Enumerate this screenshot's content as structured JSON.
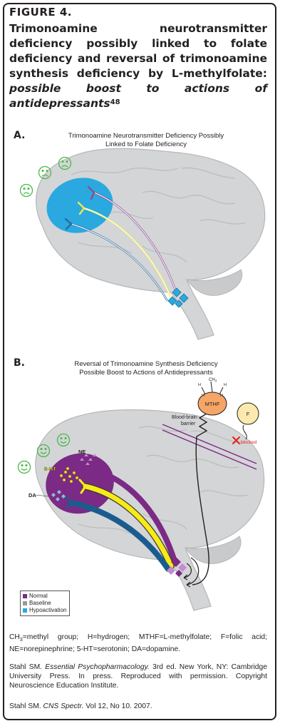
{
  "figure_label": "FIGURE 4.",
  "headline": {
    "main": "Trimonoamine neurotransmitter deficiency possibly linked to folate deficiency and reversal of trimonoamine synthesis deficiency by L-methylfolate:",
    "italic": "possible boost to actions of antidepressants",
    "ref": "48"
  },
  "panel_a": {
    "letter": "A.",
    "title_line1": "Trimonoamine Neurotransmitter Deficiency Possibly",
    "title_line2": "Linked to Folate Deficiency"
  },
  "panel_b": {
    "letter": "B.",
    "title_line1": "Reversal of Trimonoamine Synthesis Deficiency",
    "title_line2": "Possible Boost to Actions of Antidepressants",
    "labels": {
      "ne": "NE",
      "ht": "5-HT",
      "da": "DA",
      "mthf": "MTHF",
      "ch3": "CH",
      "ch3_sub": "3",
      "h": "H",
      "f": "F",
      "bbb_line1": "Blood-brain",
      "bbb_line2": "barrier",
      "blocked": "blocked"
    }
  },
  "legend": {
    "items": [
      {
        "label": "Normal",
        "color": "#7b2a85"
      },
      {
        "label": "Baseline",
        "color": "#9a9a9a"
      },
      {
        "label": "Hypoactivation",
        "color": "#29a9e0"
      }
    ]
  },
  "colors": {
    "brain": "#d4d5d7",
    "brain_outline": "#b5b6b8",
    "smiley": "#4bb94a",
    "hypo_blue": "#29a9e0",
    "normal_purple": "#7b2a85",
    "serotonin_yellow": "#f6eb16",
    "da_blue": "#1b5c8f",
    "mthf_orange": "#f5a566",
    "f_yellow": "#fde9b0",
    "blocked_red": "#e1251b"
  },
  "footnotes": {
    "abbrev_ch": "CH",
    "abbrev_sub": "3",
    "abbrev_rest": "=methyl group; H=hydrogen; MTHF=L-methylfolate; F=folic acid; NE=norepinephrine; 5-HT=serotonin; DA=dopamine.",
    "ref1_author": "Stahl SM.",
    "ref1_title": "Essential Psychopharmacology.",
    "ref1_rest": "3rd ed. New York, NY: Cambridge University Press. In press. Reproduced with permission. Copyright Neuroscience Education Institute.",
    "ref2_author": "Stahl SM.",
    "ref2_title": "CNS Spectr.",
    "ref2_rest": "Vol 12, No 10. 2007."
  }
}
